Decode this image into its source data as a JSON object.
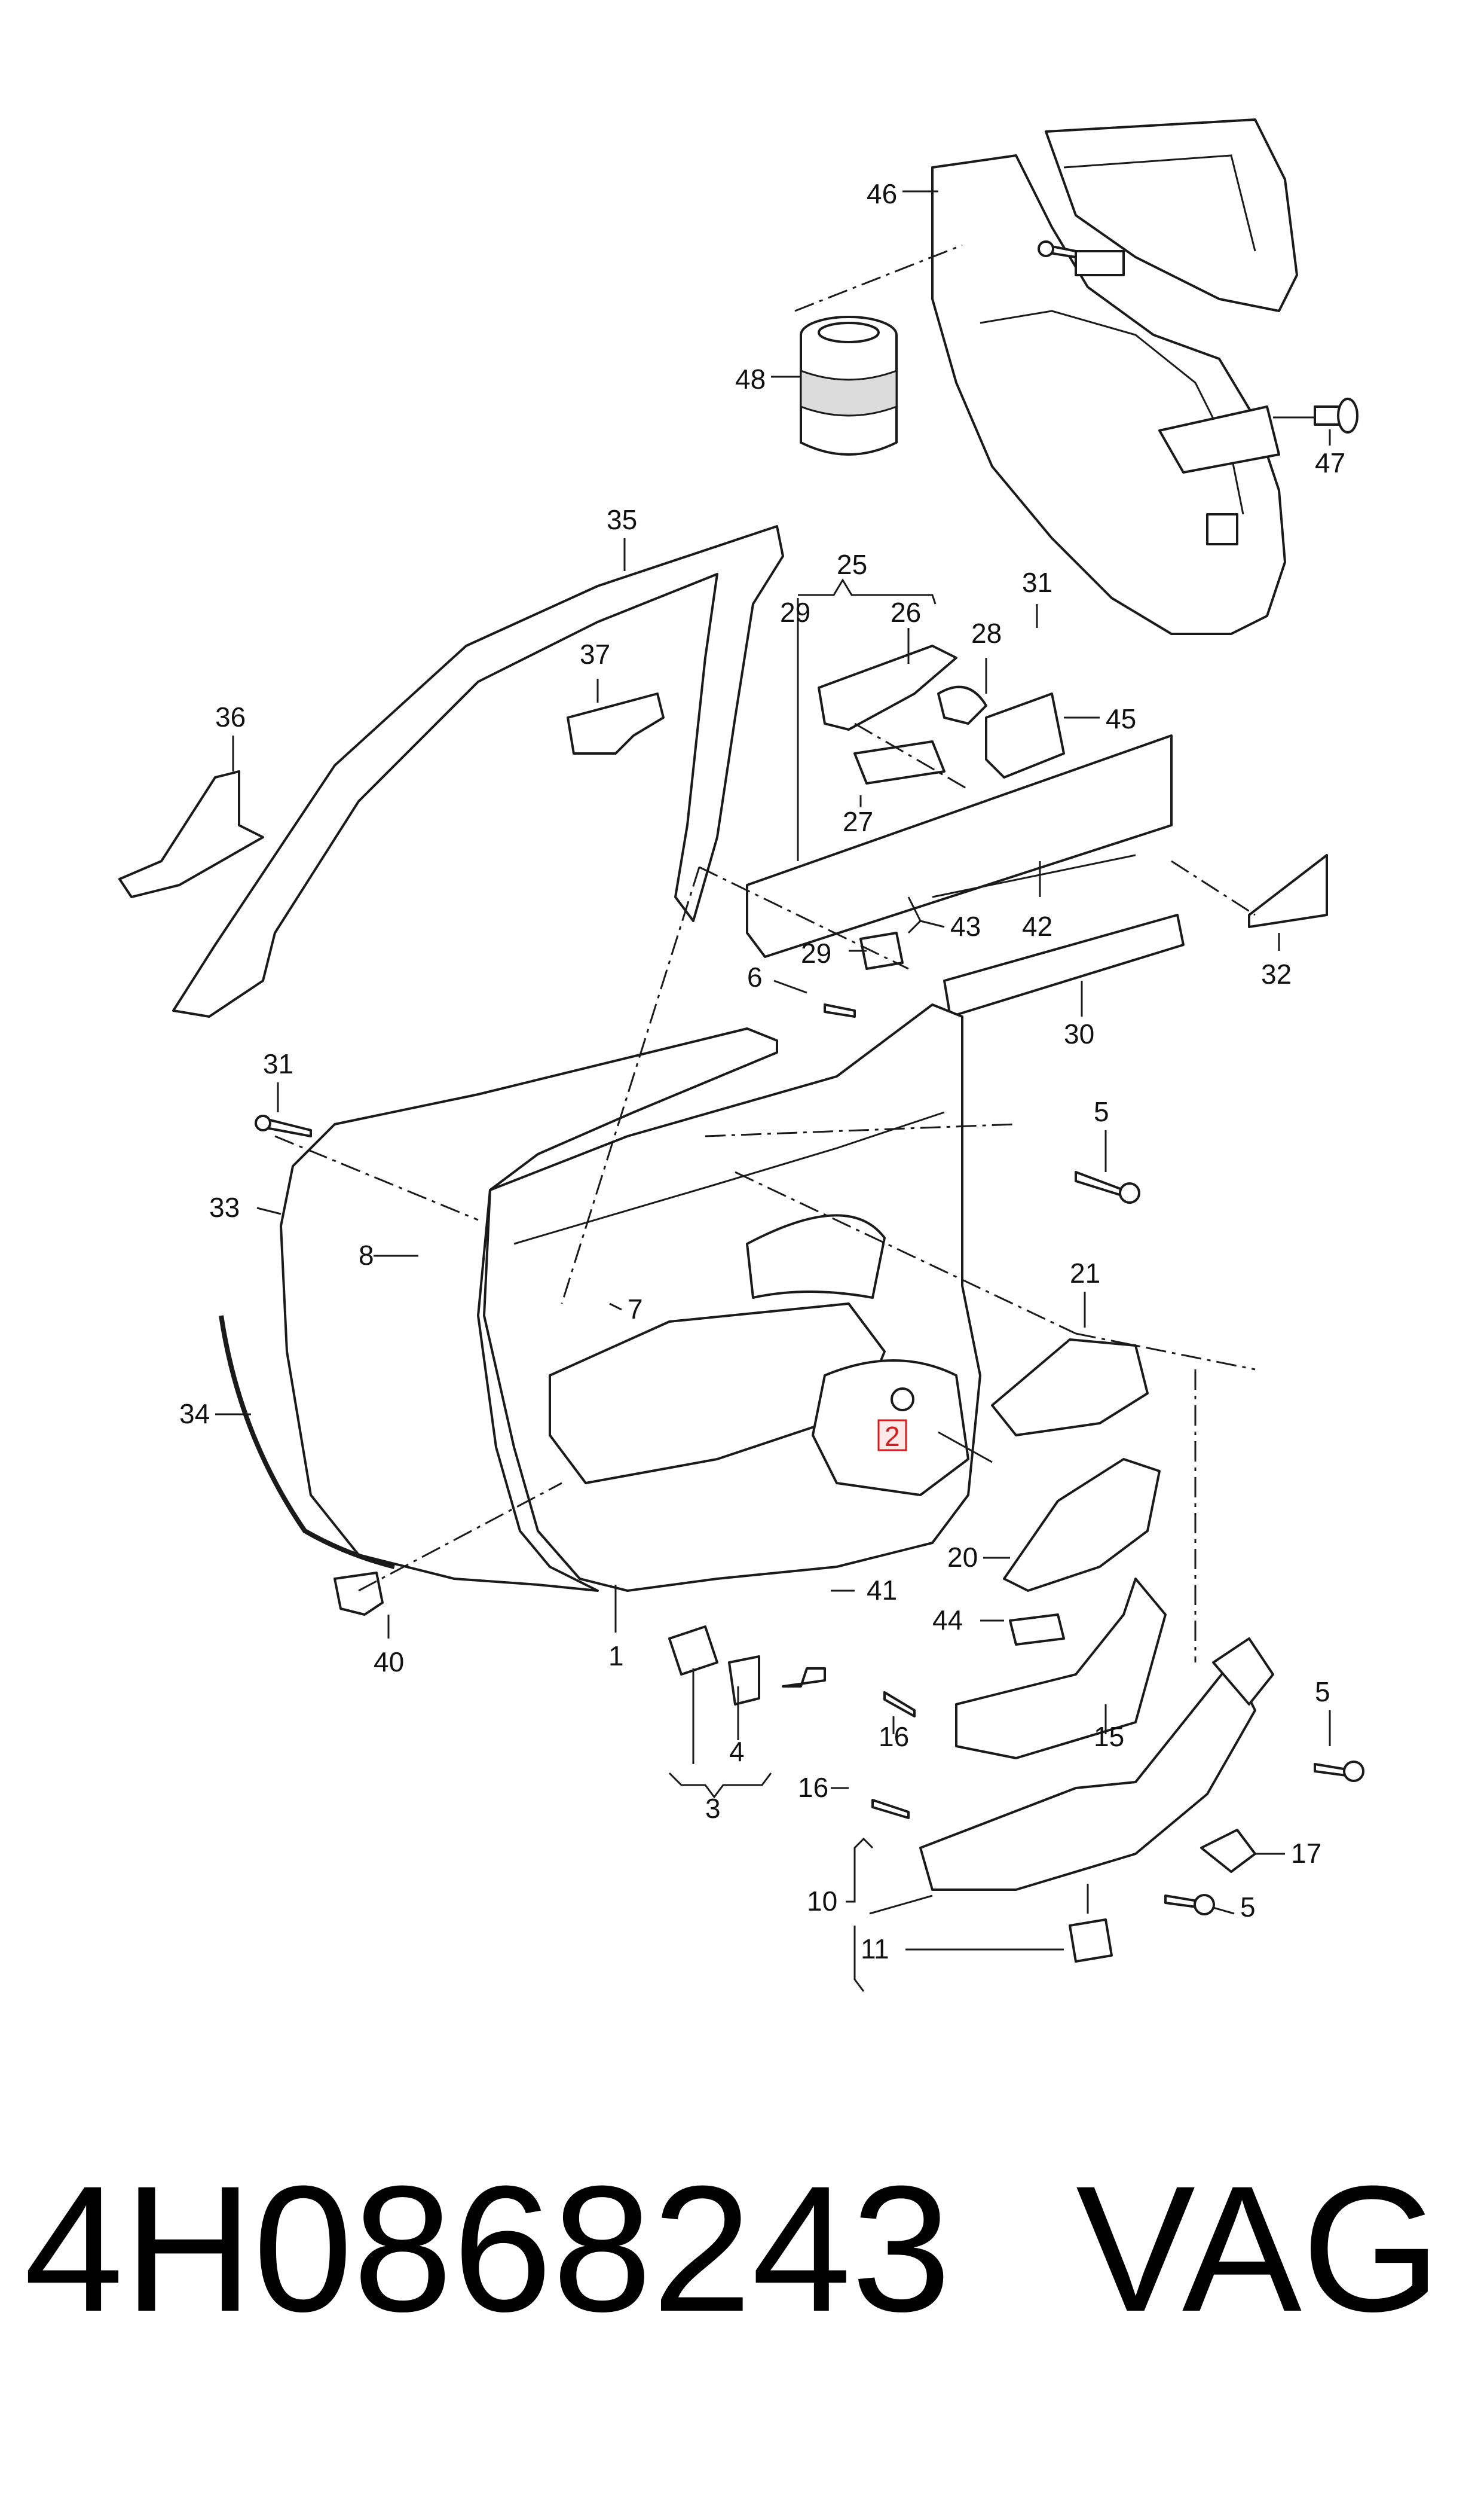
{
  "diagram": {
    "callouts": [
      {
        "id": "46",
        "label": "46"
      },
      {
        "id": "48",
        "label": "48"
      },
      {
        "id": "47",
        "label": "47"
      },
      {
        "id": "35",
        "label": "35"
      },
      {
        "id": "25",
        "label": "25"
      },
      {
        "id": "29a",
        "label": "29"
      },
      {
        "id": "26",
        "label": "26"
      },
      {
        "id": "31a",
        "label": "31"
      },
      {
        "id": "28",
        "label": "28"
      },
      {
        "id": "37",
        "label": "37"
      },
      {
        "id": "36",
        "label": "36"
      },
      {
        "id": "45",
        "label": "45"
      },
      {
        "id": "27",
        "label": "27"
      },
      {
        "id": "43",
        "label": "43"
      },
      {
        "id": "42",
        "label": "42"
      },
      {
        "id": "29b",
        "label": "29"
      },
      {
        "id": "32",
        "label": "32"
      },
      {
        "id": "6",
        "label": "6"
      },
      {
        "id": "30",
        "label": "30"
      },
      {
        "id": "31b",
        "label": "31"
      },
      {
        "id": "5a",
        "label": "5"
      },
      {
        "id": "33",
        "label": "33"
      },
      {
        "id": "8",
        "label": "8"
      },
      {
        "id": "7",
        "label": "7"
      },
      {
        "id": "21",
        "label": "21"
      },
      {
        "id": "34",
        "label": "34"
      },
      {
        "id": "2",
        "label": "2",
        "highlighted": true
      },
      {
        "id": "20",
        "label": "20"
      },
      {
        "id": "40",
        "label": "40"
      },
      {
        "id": "1",
        "label": "1"
      },
      {
        "id": "41",
        "label": "41"
      },
      {
        "id": "44",
        "label": "44"
      },
      {
        "id": "5b",
        "label": "5"
      },
      {
        "id": "16a",
        "label": "16"
      },
      {
        "id": "15",
        "label": "15"
      },
      {
        "id": "4",
        "label": "4"
      },
      {
        "id": "3",
        "label": "3"
      },
      {
        "id": "16b",
        "label": "16"
      },
      {
        "id": "17",
        "label": "17"
      },
      {
        "id": "10",
        "label": "10"
      },
      {
        "id": "5c",
        "label": "5"
      },
      {
        "id": "11",
        "label": "11"
      }
    ]
  },
  "footer": {
    "part_number": "4H0868243",
    "brand": "VAG"
  },
  "colors": {
    "line": "#1a1a1a",
    "highlight": "#d21e1e",
    "background": "#ffffff"
  }
}
